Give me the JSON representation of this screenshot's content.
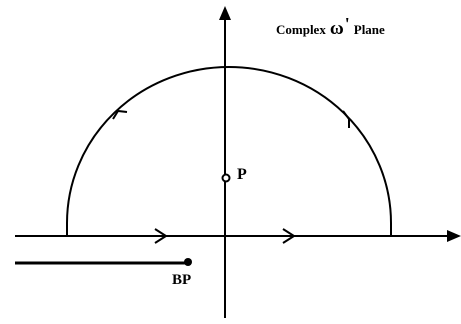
{
  "title": {
    "prefix": "Complex",
    "symbol": "ω",
    "prime": "'",
    "suffix": "Plane"
  },
  "points": {
    "pole_label": "P",
    "branch_point_label": "BP"
  },
  "colors": {
    "ink": "#000000",
    "background": "#ffffff"
  }
}
